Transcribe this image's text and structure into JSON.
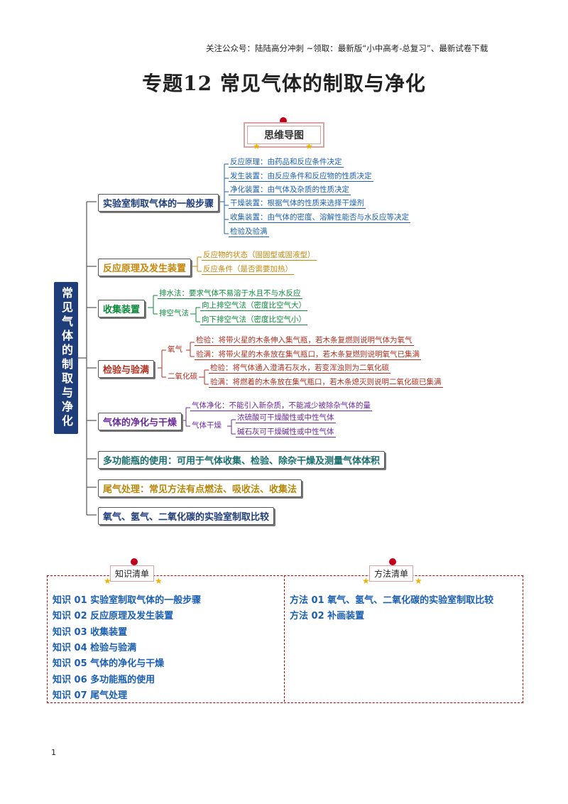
{
  "header_note": "关注公众号：陆陆高分冲刺  ~领取：最新版“小中高考-总复习”、最新试卷下载",
  "title": "专题12  常见气体的制取与净化",
  "mindmap_badge": "思维导图",
  "root": "常见气体的制取与净化",
  "branches": {
    "b1": {
      "label": "实验室制取气体的一般步骤",
      "items": [
        "反应原理：由药品和反应条件决定",
        "发生装置：由反应条件和反应物的性质决定",
        "净化装置：由气体及杂质的性质决定",
        "干燥装置：根据气体的性质来选择干燥剂",
        "收集装置：由气体的密度、溶解性能否与水反应等决定",
        "检验及验满"
      ]
    },
    "b2": {
      "label": "反应原理及发生装置",
      "items": [
        "反应物的状态（固固型或固液型）",
        "反应条件（是否需要加热）"
      ]
    },
    "b3": {
      "label": "收集装置",
      "water": "排水法：要求气体不易溶于水且不与水反应",
      "air": "排空气法",
      "air_items": [
        "向上排空气法（密度比空气大）",
        "向下排空气法（密度比空气小）"
      ]
    },
    "b4": {
      "label": "检验与验满",
      "o2": "氧气",
      "o2_items": [
        "检验：将带火星的木条伸入集气瓶，若木条复燃则说明气体为氧气",
        "验满：将带火星的木条放在集气瓶口，若木条复燃则说明氧气已集满"
      ],
      "co2": "二氧化碳",
      "co2_items": [
        "检验：将气体通入澄清石灰水，若变浑浊则为二氧化碳",
        "验满：将燃着的木条放在集气瓶口，若木条熄灭则说明二氧化碳已集满"
      ]
    },
    "b5": {
      "label": "气体的净化与干燥",
      "purify": "气体净化：不能引入新杂质，不能减少被除杂气体的量",
      "dry": "气体干燥",
      "dry_items": [
        "浓硫酸可干燥酸性或中性气体",
        "碱石灰可干燥碱性或中性气体"
      ]
    },
    "b6": {
      "label": "多功能瓶的使用：可用于气体收集、检验、除杂干燥及测量气体体积"
    },
    "b7": {
      "label": "尾气处理：常见方法有点燃法、吸收法、收集法"
    },
    "b8": {
      "label": "氧气、氢气、二氧化碳的实验室制取比较"
    }
  },
  "knowledge": {
    "tag": "知识清单",
    "items": [
      "知识 01  实验室制取气体的一般步骤",
      "知识 02  反应原理及发生装置",
      "知识 03  收集装置",
      "知识 04  检验与验满",
      "知识 05  气体的净化与干燥",
      "知识 06  多功能瓶的使用",
      "知识 07  尾气处理"
    ]
  },
  "methods": {
    "tag": "方法清单",
    "items": [
      "方法 01  氧气、氢气、二氧化碳的实验室制取比较",
      "方法 02  补画装置"
    ]
  },
  "page_number": "1"
}
